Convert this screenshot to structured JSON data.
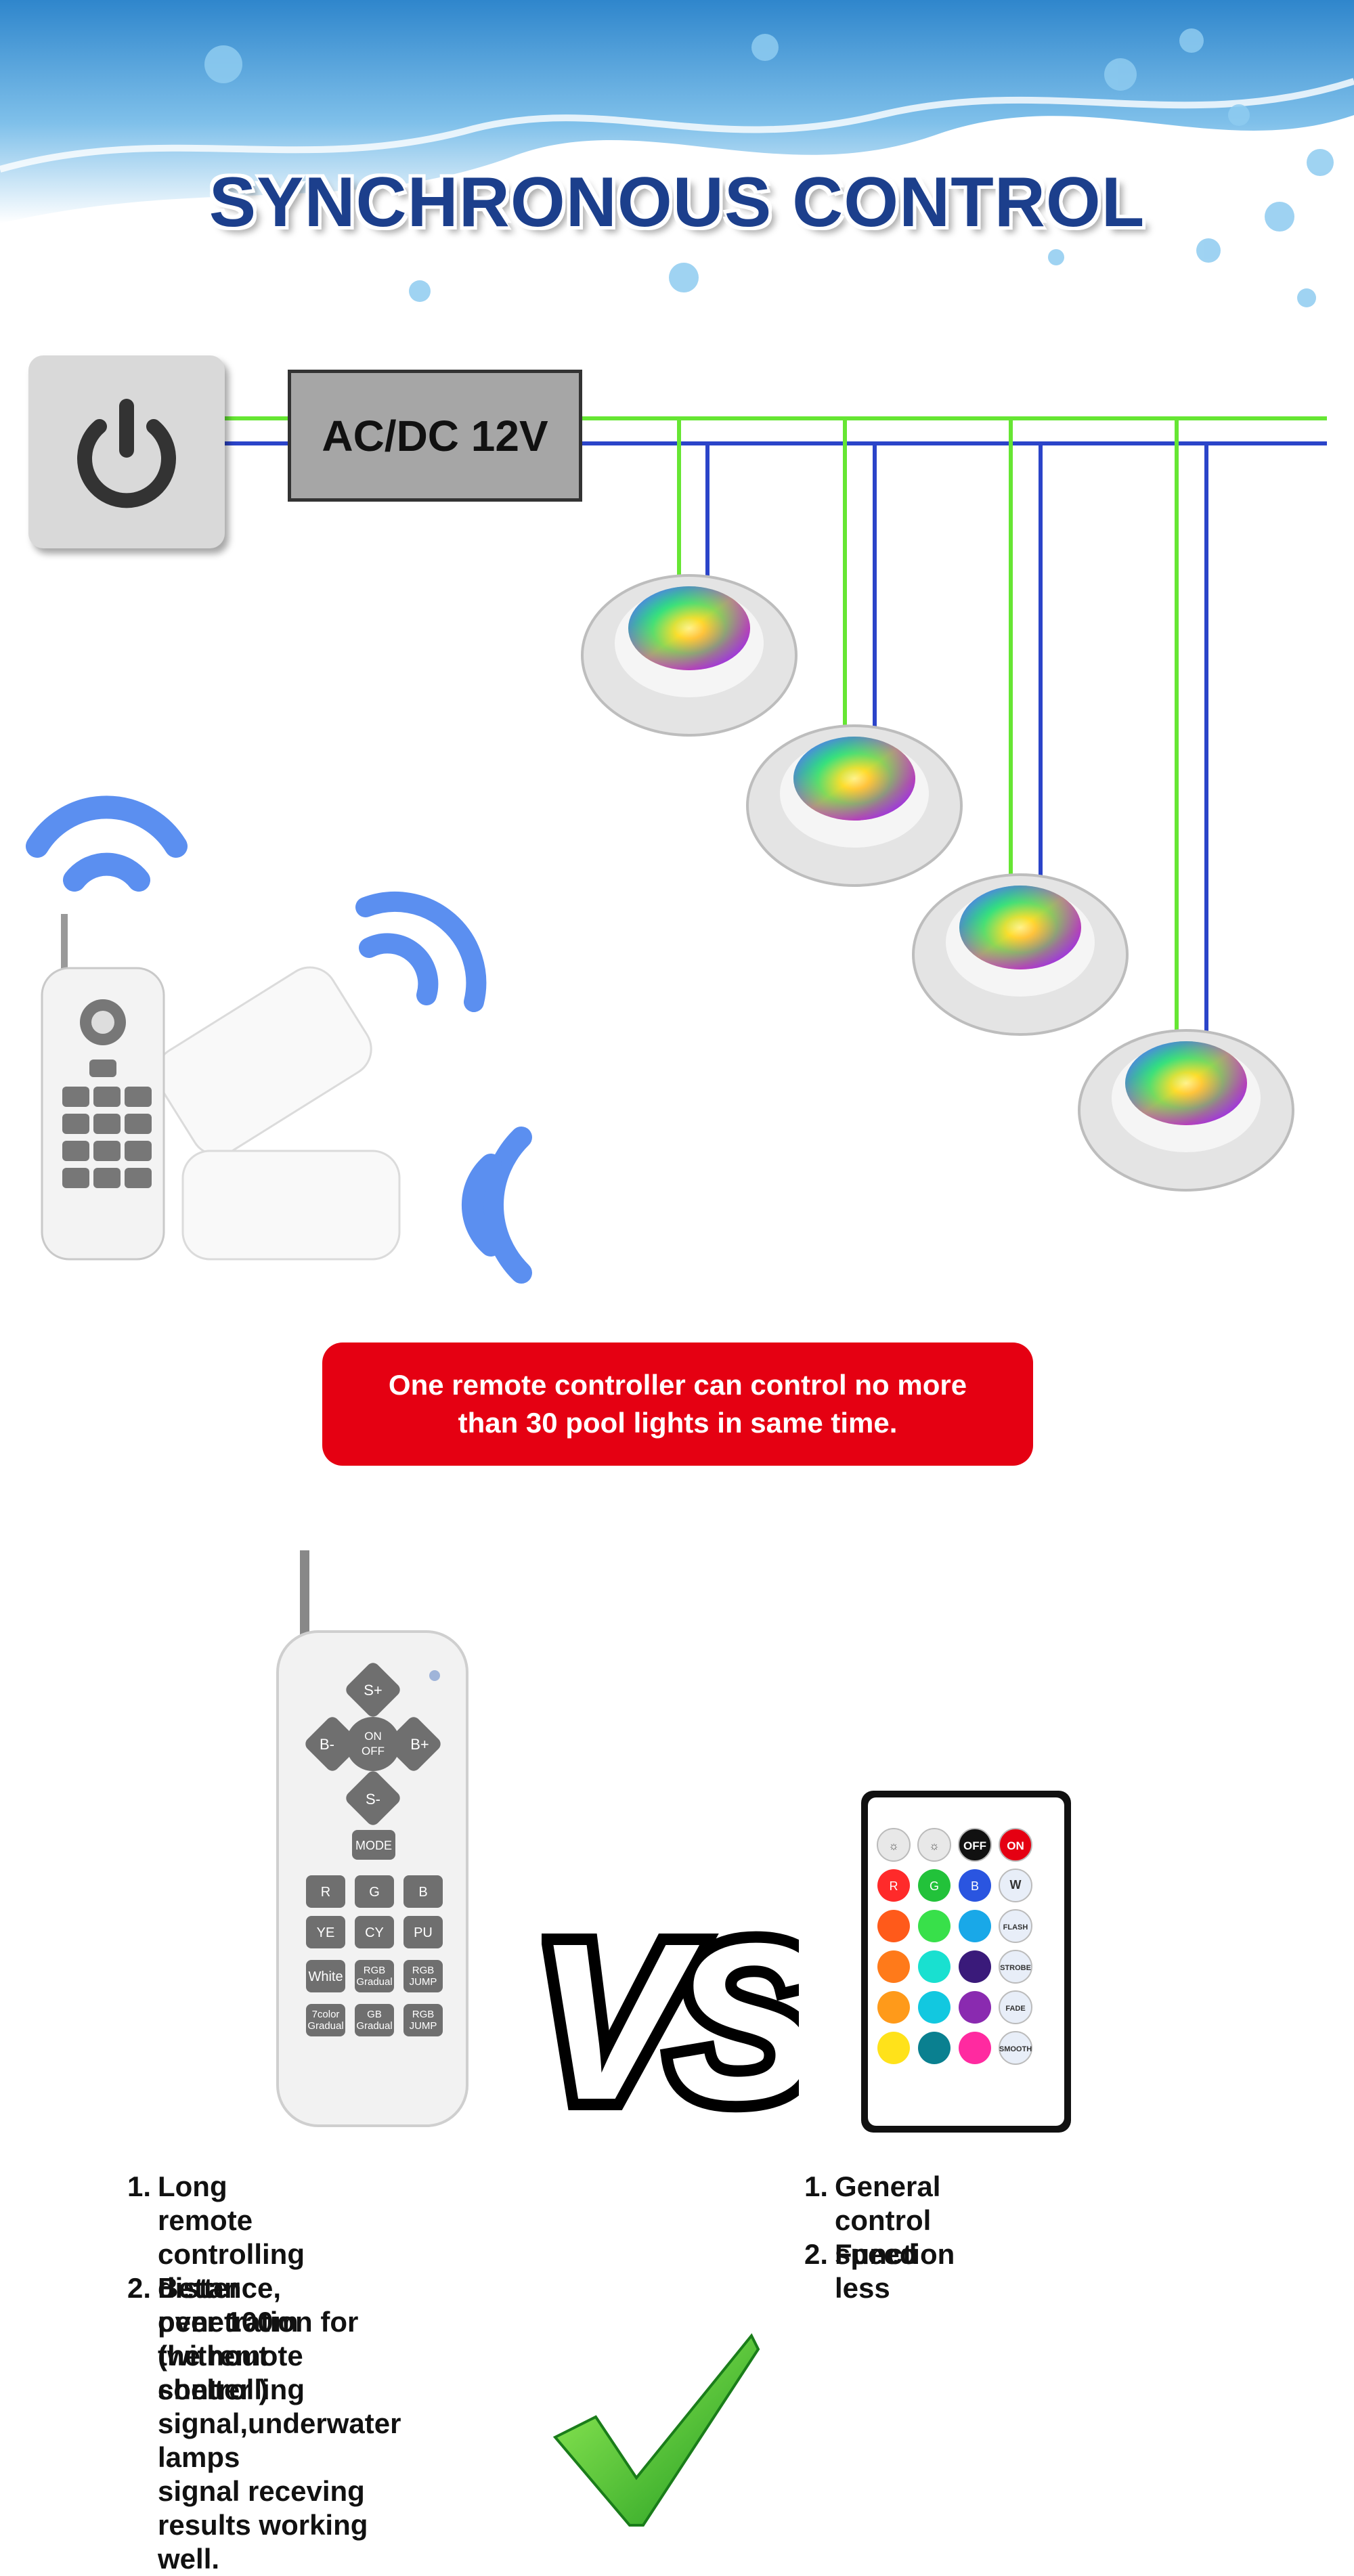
{
  "title": "SYNCHRONOUS CONTROL",
  "power_supply": {
    "label": "AC/DC 12V"
  },
  "colors": {
    "title": "#1c3f8c",
    "live_wire": "#66e633",
    "neutral_wire": "#2b44c9",
    "note_bg": "#e50012"
  },
  "icons": {
    "switch": "power-icon",
    "signal": "wifi-signal-icon",
    "check": "green-check-icon"
  },
  "note": {
    "line1": "One remote controller can control no more",
    "line2": "than 30 pool lights in same time."
  },
  "rf_remote": {
    "buttons": {
      "up": "S+",
      "down": "S-",
      "left": "B-",
      "right": "B+",
      "center": "ON OFF",
      "mode": "MODE",
      "rows": [
        [
          "R",
          "G",
          "B"
        ],
        [
          "YE",
          "CY",
          "PU"
        ],
        [
          "White",
          "RGB Gradual",
          "RGB JUMP"
        ],
        [
          "7color Gradual",
          "GB Gradual",
          "RGB JUMP"
        ]
      ]
    }
  },
  "vs_label": "VS",
  "ir_remote": {
    "top_row": [
      "☼",
      "☼",
      "OFF",
      "ON"
    ],
    "side_labels": [
      "W",
      "FLASH",
      "STROBE",
      "FADE",
      "SMOOTH"
    ]
  },
  "left_list": [
    {
      "num": "1.",
      "text": "Long remote controlling distance,\nover 100m (without shelter )"
    },
    {
      "num": "2.",
      "text": "Better penetration for the remote\ncontrolling signal,underwater lamps\nsignal receving results working well."
    }
  ],
  "right_list": [
    {
      "num": "1.",
      "text": "General control speed"
    },
    {
      "num": "2.",
      "text": "Function less"
    }
  ]
}
